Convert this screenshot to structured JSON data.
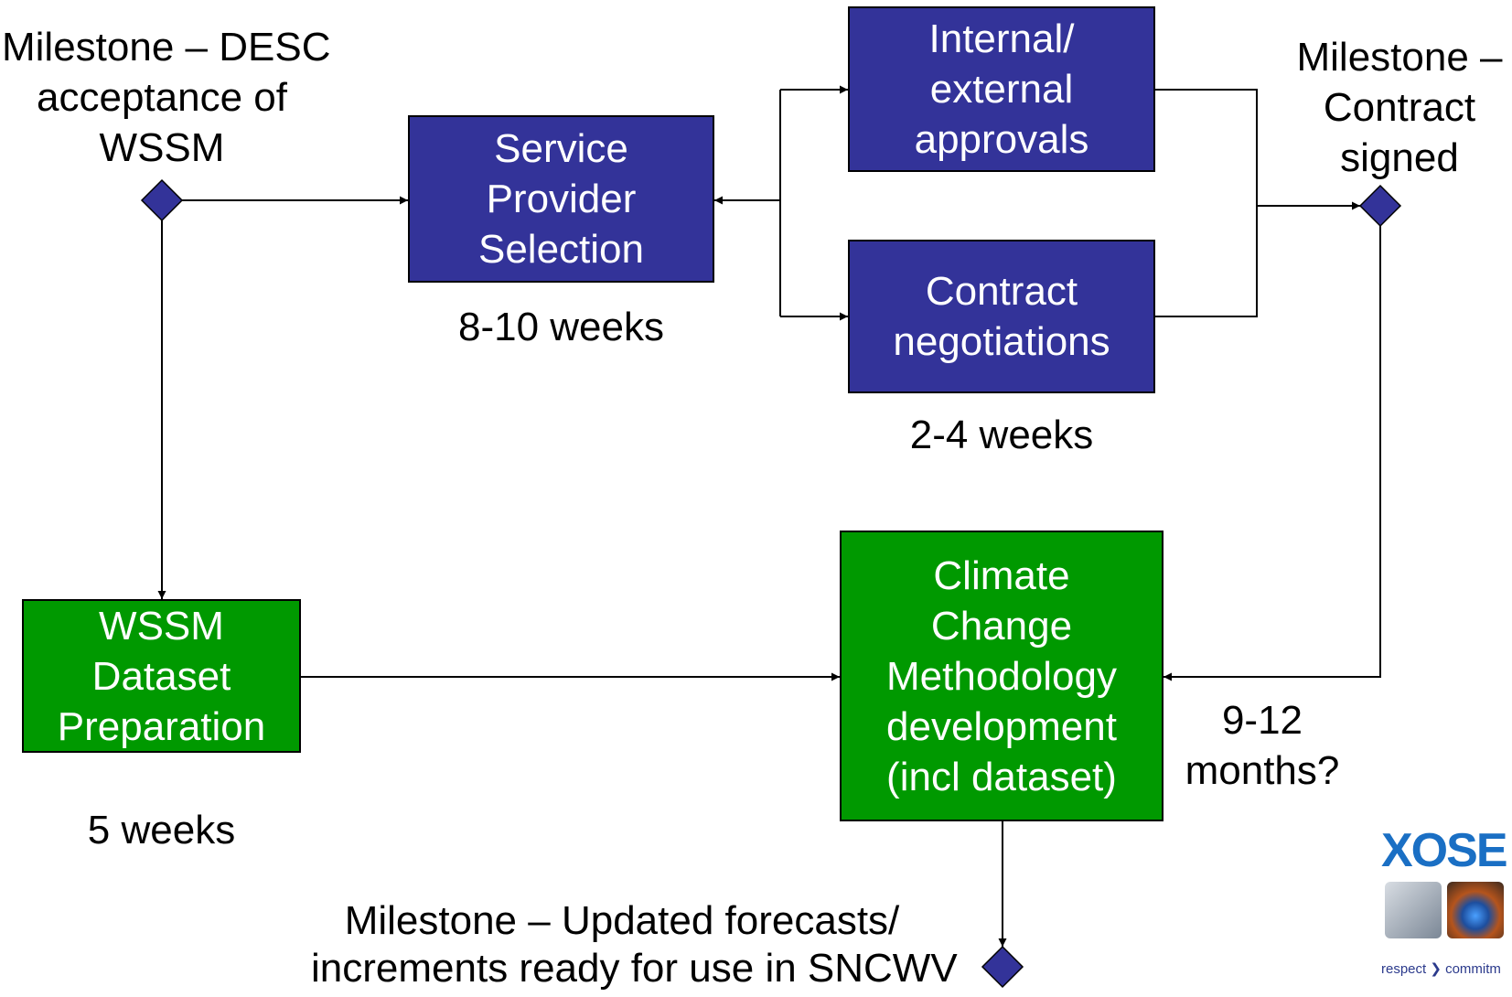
{
  "milestones": {
    "desc_acceptance": [
      "Milestone – DESC",
      "acceptance of",
      "WSSM"
    ],
    "contract_signed": [
      "Milestone –",
      "Contract",
      "signed"
    ],
    "updated_forecasts": [
      "Milestone – Updated forecasts/",
      "increments ready for use in SNCWV"
    ]
  },
  "boxes": {
    "service_provider_selection": [
      "Service",
      "Provider",
      "Selection"
    ],
    "internal_external_approvals": [
      "Internal/",
      "external",
      "approvals"
    ],
    "contract_negotiations": [
      "Contract",
      "negotiations"
    ],
    "wssm_dataset_preparation": [
      "WSSM",
      "Dataset",
      "Preparation"
    ],
    "climate_change_methodology": [
      "Climate",
      "Change",
      "Methodology",
      "development",
      "(incl dataset)"
    ]
  },
  "durations": {
    "service_provider_selection": "8-10 weeks",
    "contract_negotiations": "2-4 weeks",
    "wssm_dataset_preparation": "5 weeks",
    "climate_change_methodology": [
      "9-12",
      "months?"
    ]
  },
  "logo": {
    "wordmark": "XOSE",
    "tagline": "respect ❯ commitm"
  },
  "colors": {
    "blue_box": "#333399",
    "green_box": "#009900",
    "milestone_diamond": "#333399",
    "connector": "#000000"
  }
}
